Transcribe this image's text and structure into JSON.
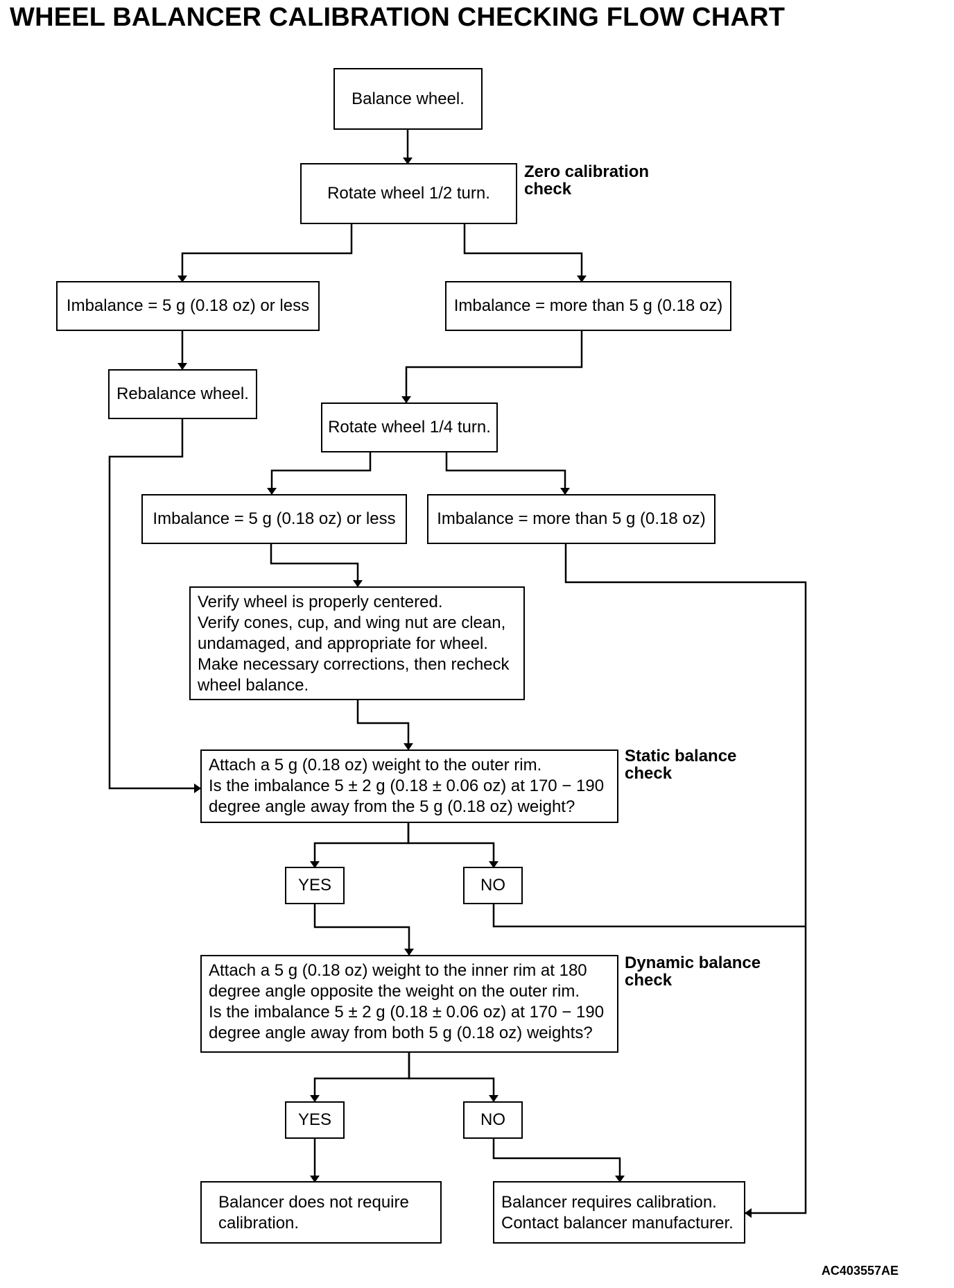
{
  "title": "WHEEL BALANCER CALIBRATION CHECKING FLOW CHART",
  "code": "AC403557AE",
  "colors": {
    "line": "#000000",
    "background": "#ffffff"
  },
  "nodes": {
    "balance_wheel": "Balance wheel.",
    "rotate_half": "Rotate wheel 1/2 turn.",
    "imb_less_1": "Imbalance = 5 g (0.18 oz) or less",
    "imb_more_1": "Imbalance = more than 5 g (0.18 oz)",
    "rebalance": "Rebalance wheel.",
    "rotate_quarter": "Rotate wheel 1/4 turn.",
    "imb_less_2": "Imbalance = 5 g (0.18 oz) or less",
    "imb_more_2": "Imbalance = more than 5 g (0.18 oz)",
    "verify": [
      "Verify wheel is properly centered.",
      "Verify cones, cup, and wing nut are clean,",
      "undamaged, and appropriate for wheel.",
      "Make necessary corrections, then recheck",
      "wheel balance."
    ],
    "static": [
      "Attach a 5 g (0.18 oz) weight to the outer rim.",
      "Is the imbalance 5 ± 2 g (0.18 ± 0.06 oz) at 170 − 190",
      "degree angle away from the 5 g (0.18 oz) weight?"
    ],
    "yes_1": "YES",
    "no_1": "NO",
    "dynamic": [
      "Attach a 5 g (0.18 oz) weight to the inner rim at 180",
      "degree angle opposite the weight on the outer rim.",
      "Is the imbalance 5 ± 2 g (0.18 ± 0.06 oz) at 170 − 190",
      "degree angle away from both 5 g (0.18 oz) weights?"
    ],
    "yes_2": "YES",
    "no_2": "NO",
    "ok": [
      "Balancer does not require",
      "calibration."
    ],
    "needs_cal": [
      "Balancer requires calibration.",
      "Contact balancer manufacturer."
    ]
  },
  "notes": {
    "zero": [
      "Zero calibration",
      "check"
    ],
    "static": [
      "Static balance",
      "check"
    ],
    "dynamic": [
      "Dynamic balance",
      "check"
    ]
  }
}
